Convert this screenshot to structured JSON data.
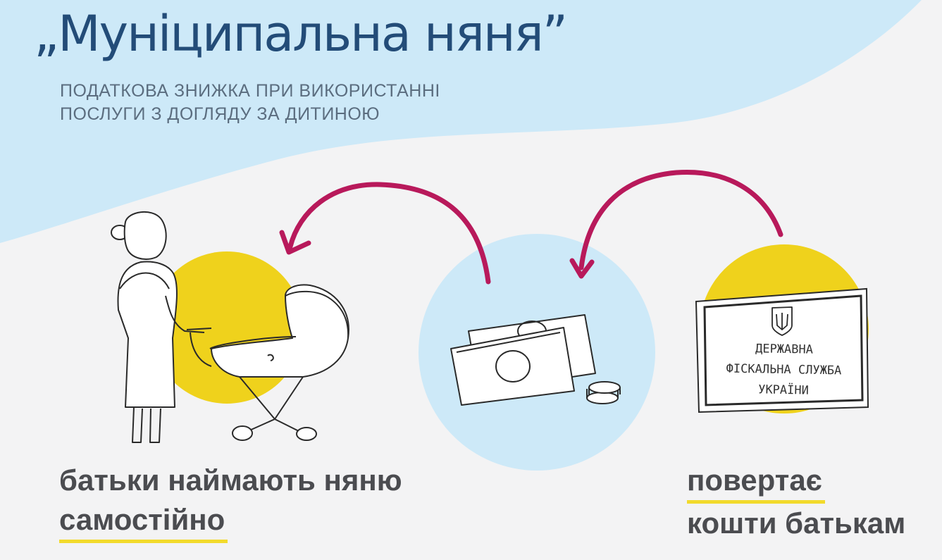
{
  "header": {
    "title": "„Муніципальна няня”",
    "subtitle_line1": "ПОДАТКОВА ЗНИЖКА ПРИ ВИКОРИСТАННІ",
    "subtitle_line2": "ПОСЛУГИ З ДОГЛЯДУ ЗА ДИТИНОЮ"
  },
  "left_caption": {
    "line1": "батьки наймають няню",
    "line2": "самостійно"
  },
  "right_caption": {
    "line1": "повертає",
    "line2": "кошти батькам"
  },
  "sign": {
    "line1": "ДЕРЖАВНА",
    "line2": "ФІСКАЛЬНА СЛУЖБА",
    "line3": "УКРАЇНИ"
  },
  "colors": {
    "background": "#f3f3f4",
    "sky_band": "#cde9f8",
    "accent_yellow": "#efd21c",
    "arrow_magenta": "#b8195b",
    "title_blue": "#234c78",
    "text_dark": "#4b4c50"
  },
  "icons": [
    "nanny-figure-icon",
    "stroller-icon",
    "banknotes-icon",
    "coins-icon",
    "fiscal-sign-icon",
    "trident-icon"
  ]
}
